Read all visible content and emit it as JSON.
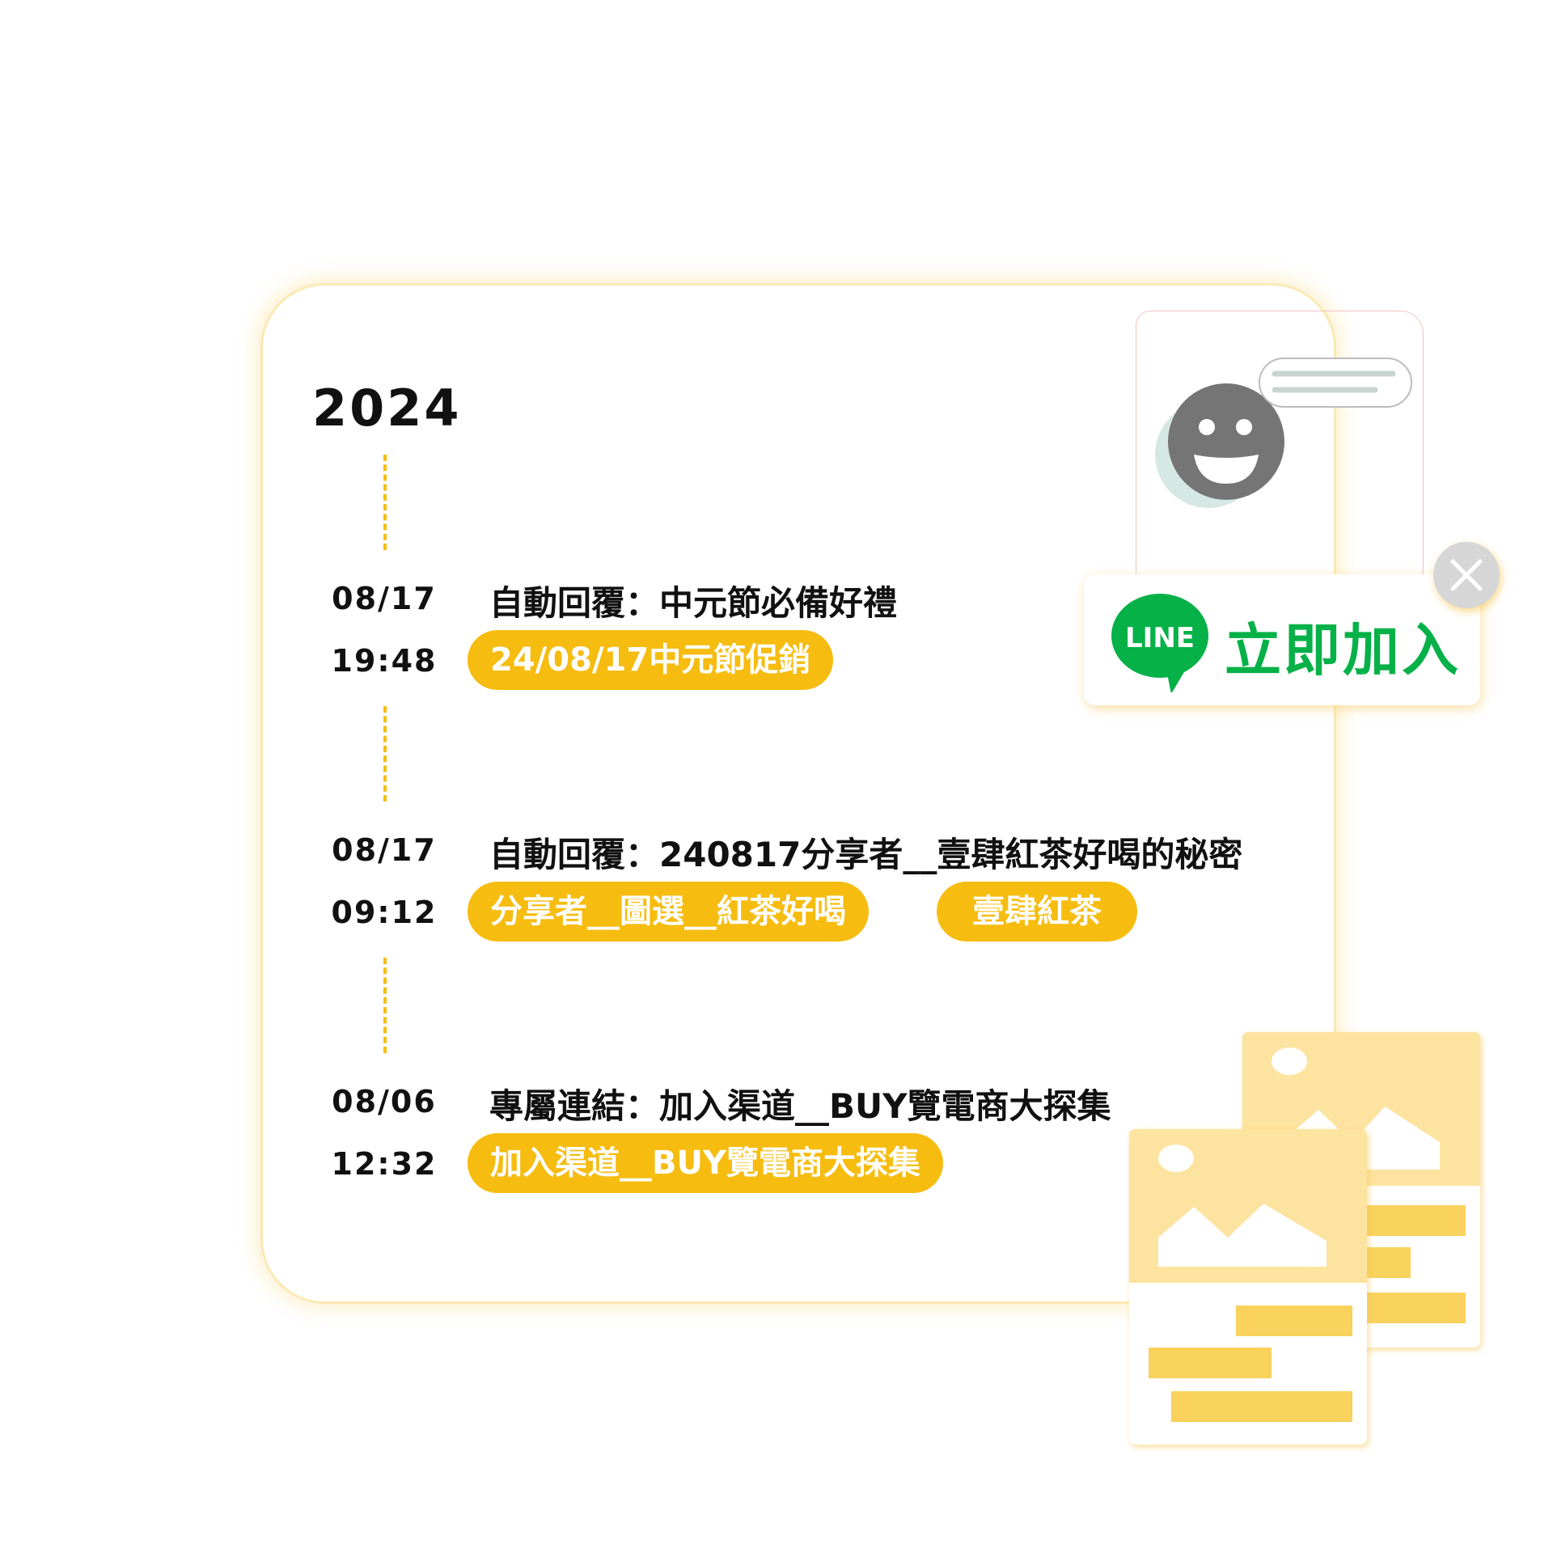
{
  "year": "2024",
  "events": [
    {
      "date": "08/17",
      "time": "19:48",
      "title": "自動回覆：中元節必備好禮",
      "tags": [
        "24/08/17中元節促銷"
      ]
    },
    {
      "date": "08/17",
      "time": "09:12",
      "title": "自動回覆：240817分享者__壹肆紅茶好喝的秘密",
      "tags": [
        "分享者__圖選__紅茶好喝",
        "壹肆紅茶"
      ]
    },
    {
      "date": "08/06",
      "time": "12:32",
      "title": "專屬連結：加入渠道__BUY覽電商大探集",
      "tags": [
        "加入渠道__BUY覽電商大探集"
      ]
    }
  ],
  "line_badge": {
    "logo_text": "LINE",
    "join_label": "立即加入"
  },
  "icons": {
    "avatar": "smiley-avatar-icon",
    "chat": "chat-bubble-icon",
    "close": "close-icon",
    "documents": "image-document-icon"
  },
  "colors": {
    "accent": "#f6bc0f",
    "line_green": "#06b148",
    "card_border": "#fbe9b4",
    "doc_light": "#fde3a0",
    "doc_bar": "#f9d15d"
  }
}
